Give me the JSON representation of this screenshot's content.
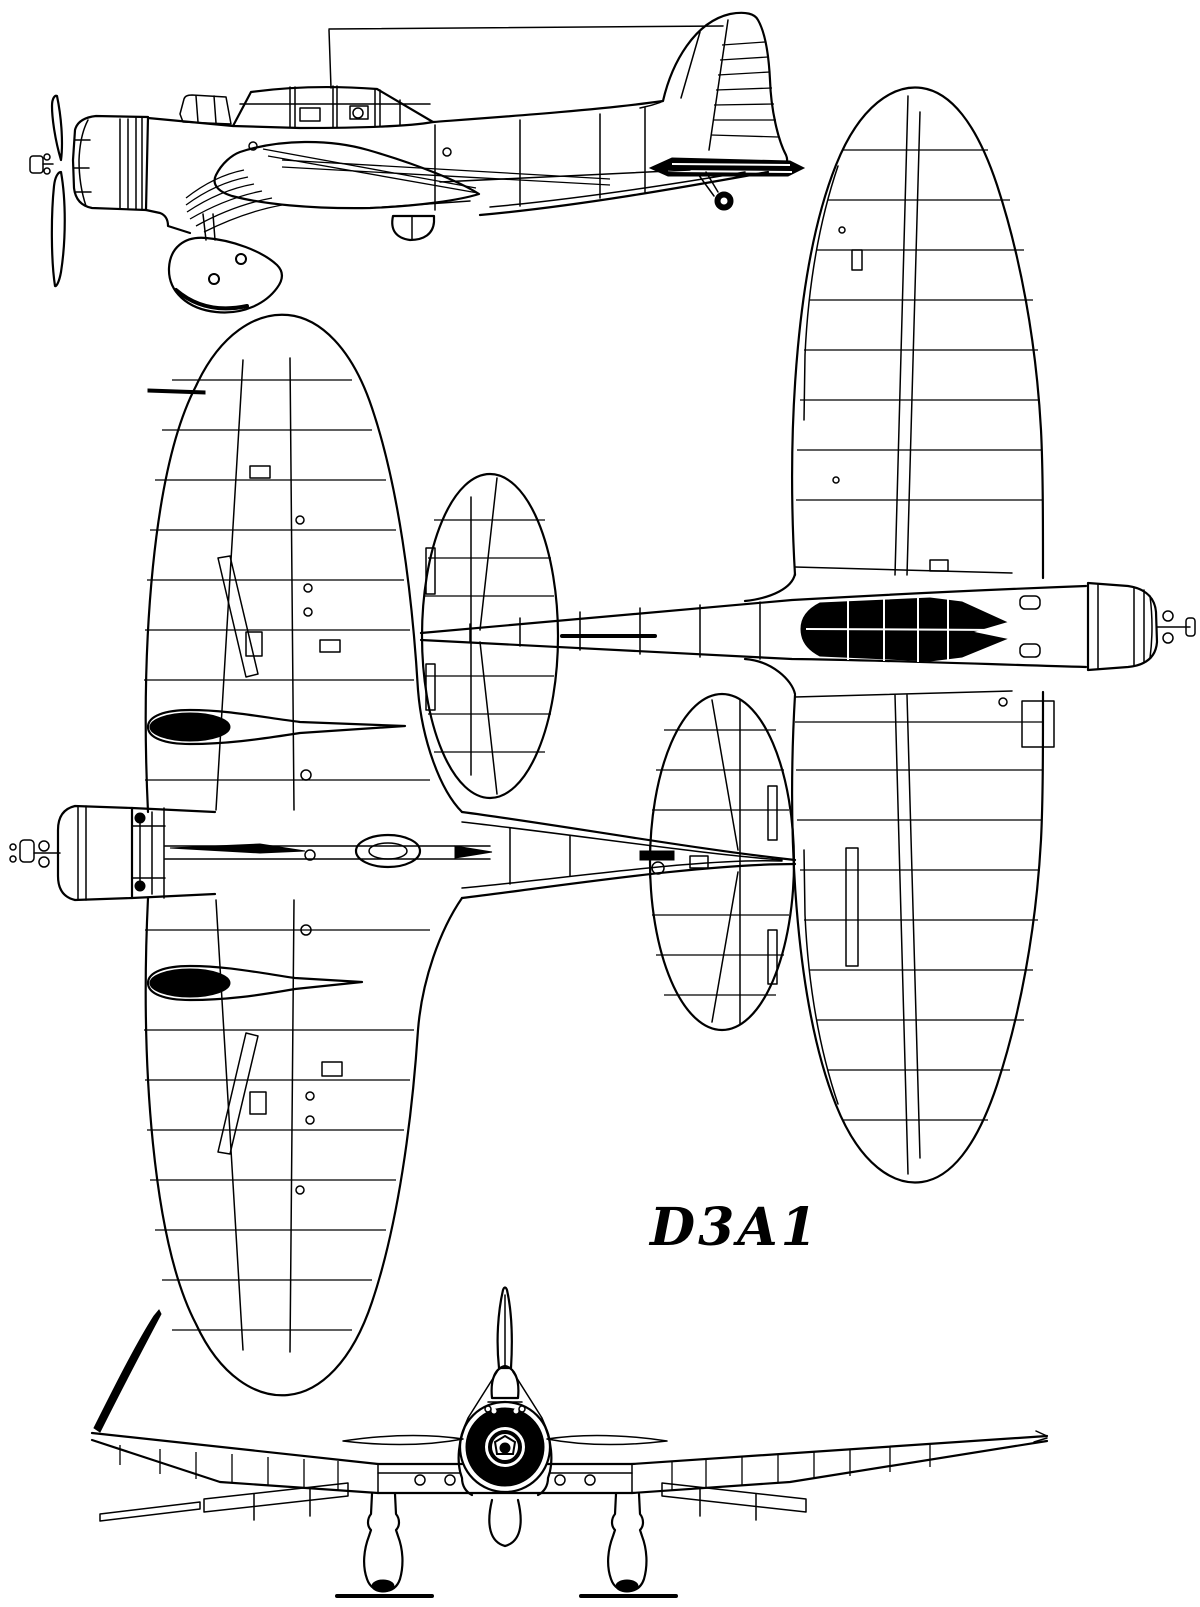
{
  "page": {
    "background_color": "#ffffff",
    "line_color": "#000000"
  },
  "diagram": {
    "label": "D3A1",
    "kind": "aircraft three-view technical line drawing",
    "views": [
      {
        "id": "side-view",
        "name": "left side profile"
      },
      {
        "id": "underside-view",
        "name": "underside plan view, nose left"
      },
      {
        "id": "top-view",
        "name": "top plan view, nose right"
      },
      {
        "id": "front-view",
        "name": "front elevation"
      }
    ]
  }
}
